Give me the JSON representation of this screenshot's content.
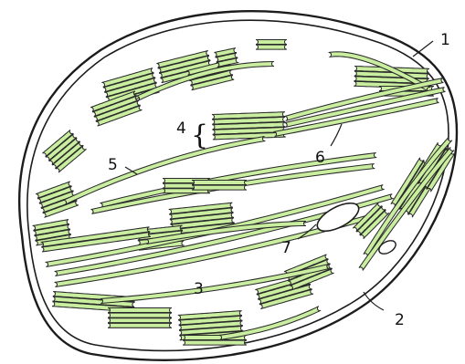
{
  "diagram": {
    "labels": {
      "outer_membrane": "1",
      "inner_membrane": "2",
      "stroma": "3",
      "granum": "4",
      "stroma_lamella": "5",
      "thylakoid": "6",
      "lipid_droplet": "7",
      "granum_brace": "{"
    }
  },
  "colors": {
    "lamella_fill": "#c9ee9f",
    "lamella_outline": "#2a2a2a",
    "membrane": "#1c1c1c",
    "background": "#ffffff"
  }
}
